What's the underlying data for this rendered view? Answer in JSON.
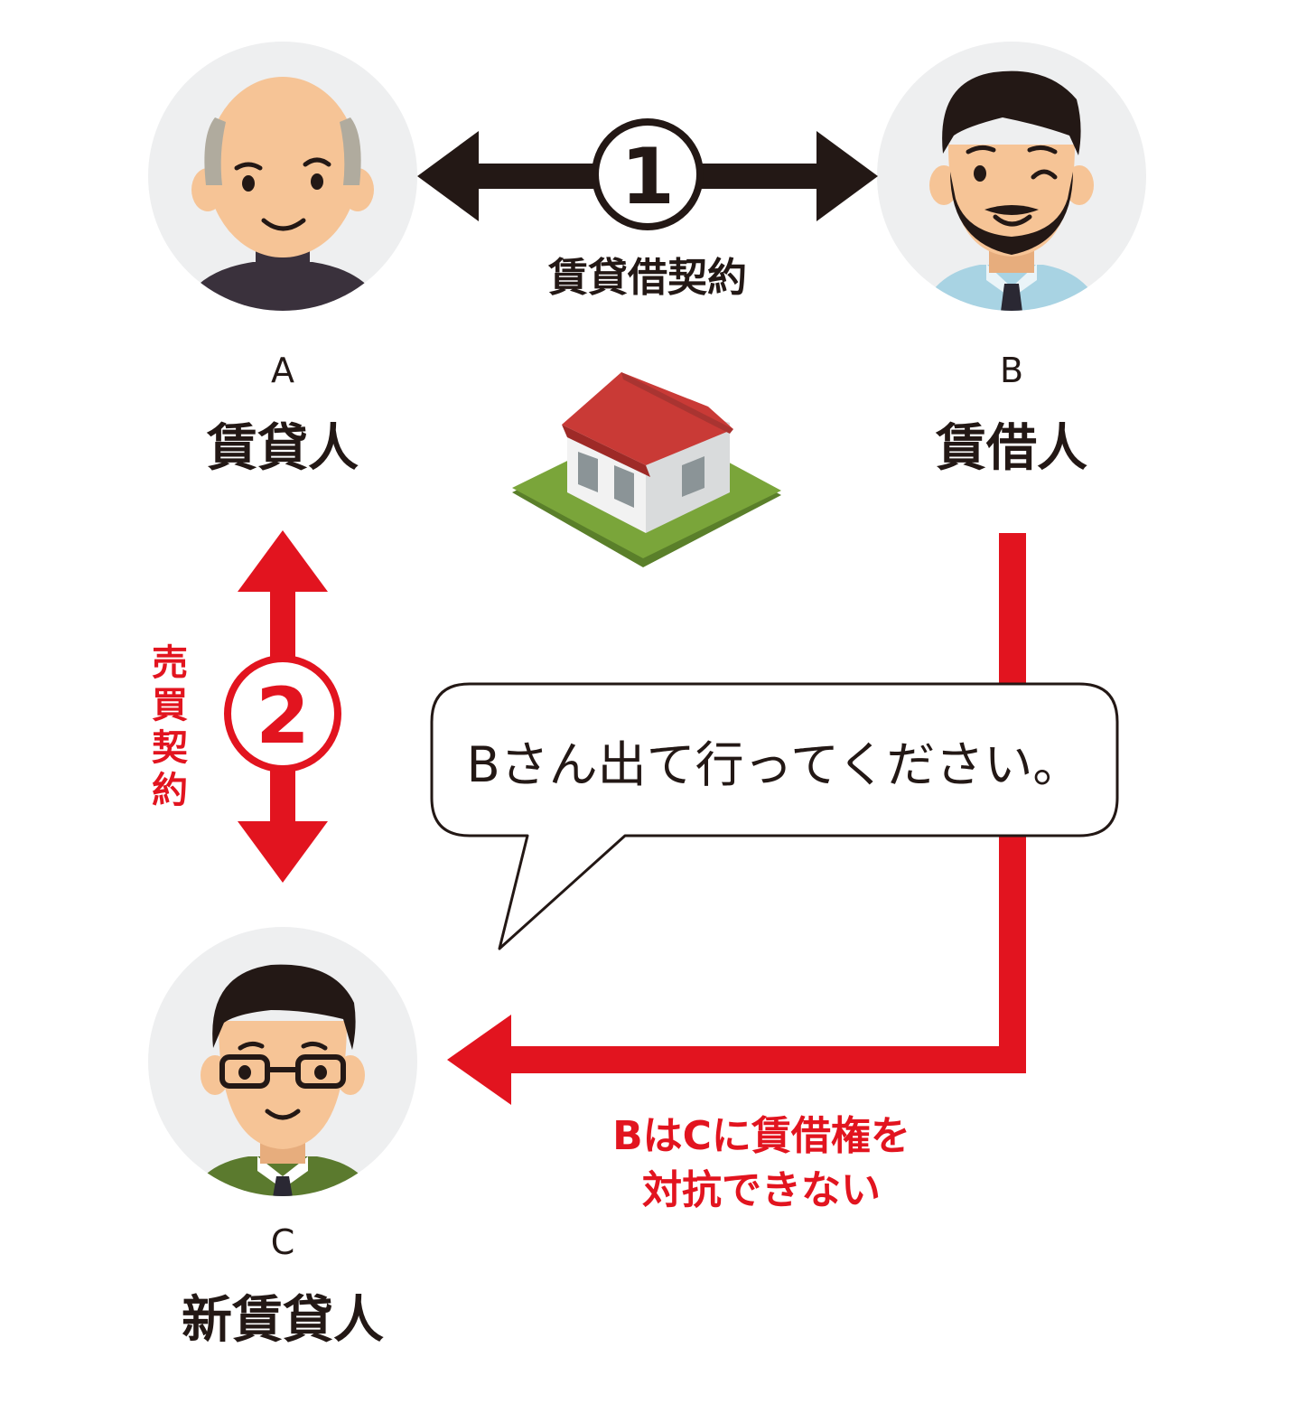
{
  "colors": {
    "red": "#e2141f",
    "dark": "#231815",
    "avatar_bg": "#eeeff0",
    "skin": "#f6c496",
    "roof": "#c93a36",
    "grass": "#7aa53a",
    "wall": "#f2f2f2"
  },
  "contract1": {
    "number": "1",
    "label": "賃貸借契約"
  },
  "contract2": {
    "number": "2",
    "label": "売買契約"
  },
  "person_a": {
    "letter": "A",
    "role": "賃貸人",
    "icon": "bald-man-avatar"
  },
  "person_b": {
    "letter": "B",
    "role": "賃借人",
    "icon": "bearded-man-avatar"
  },
  "person_c": {
    "letter": "C",
    "role": "新賃貸人",
    "icon": "man-with-glasses-avatar"
  },
  "house_icon": "house-icon",
  "speech": {
    "text": "Bさん出て行ってください。"
  },
  "conclusion": {
    "line1": "BはCに賃借権を",
    "line2": "対抗できない"
  }
}
